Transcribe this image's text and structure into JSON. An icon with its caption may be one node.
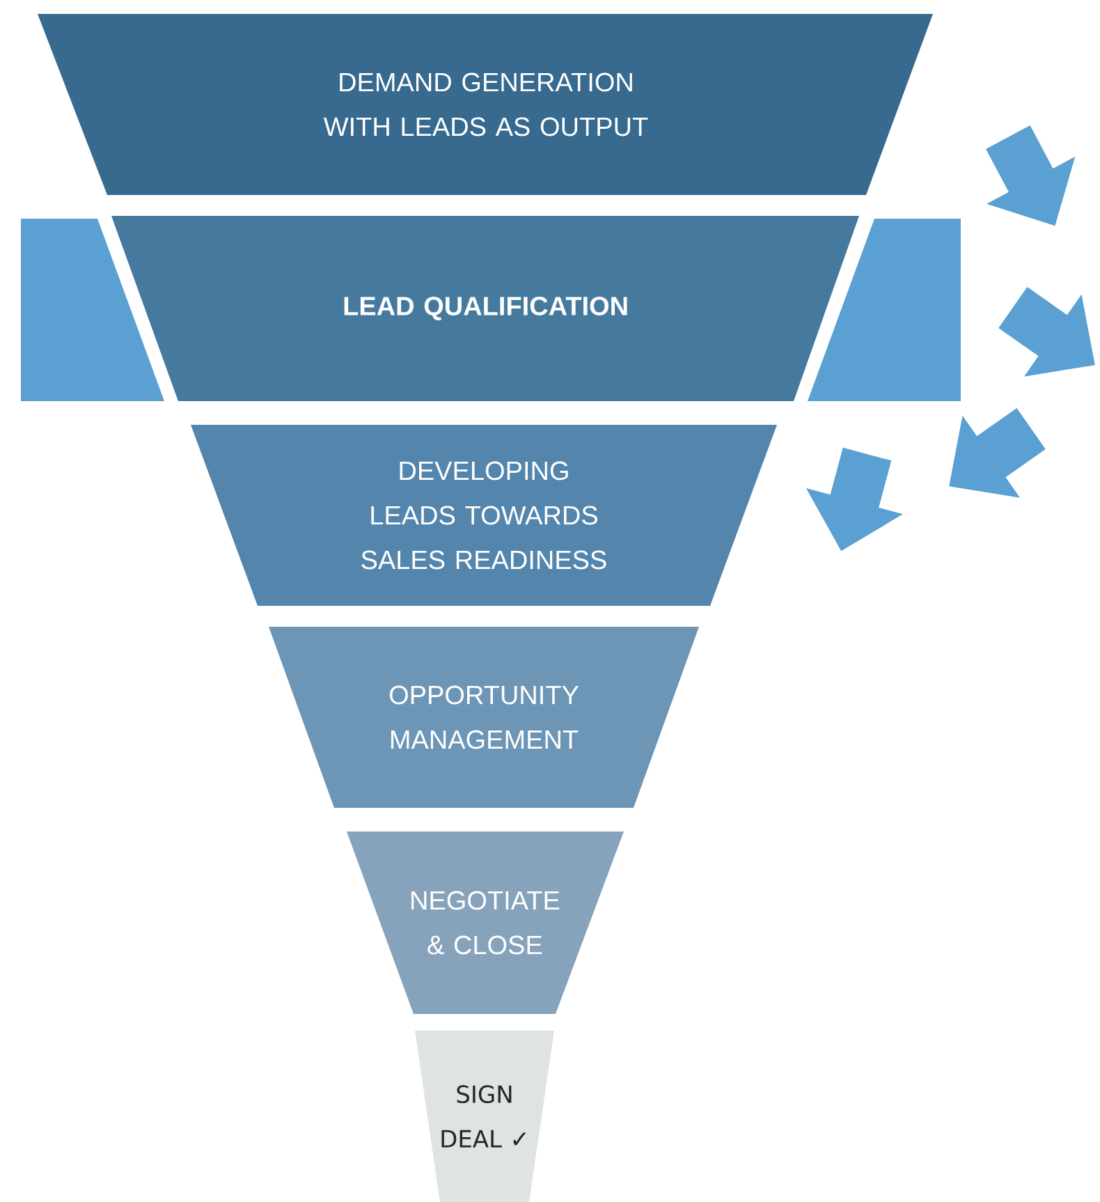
{
  "diagram": {
    "nodes": [
      {
        "text": [
          "DEMAND GENERATION WITH LEADS AS OUTPUT"
        ]
      },
      {
        "text": [
          "LEAD QUALIFICATION"
        ]
      },
      {
        "text": [
          "DEVELOPING LEADS TOWARDS SALES READINESS"
        ]
      },
      {
        "text": [
          "OPPORTUNITY MANAGEMENT"
        ]
      },
      {
        "text": [
          "NEGOTIATE & CLOSE"
        ]
      },
      {
        "text": [
          "SIGN DEAL ✓"
        ]
      }
    ]
  }
}
